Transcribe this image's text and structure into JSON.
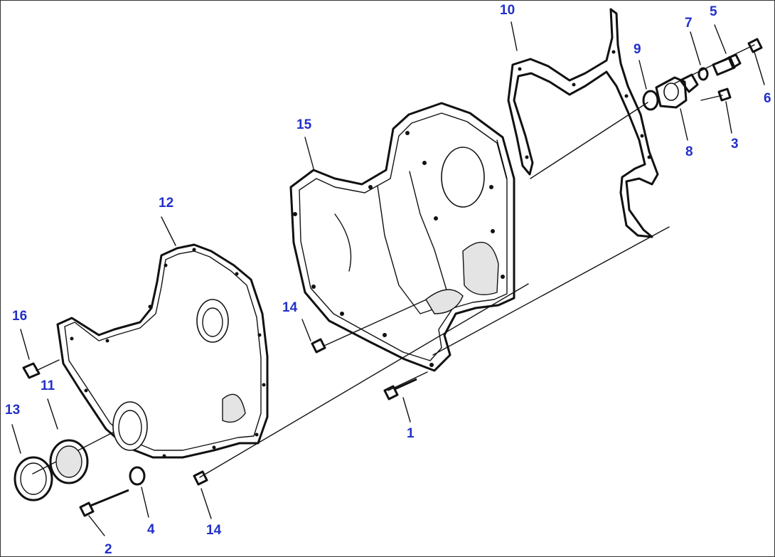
{
  "diagram": {
    "callouts": [
      {
        "id": "c1",
        "text": "1"
      },
      {
        "id": "c2",
        "text": "2"
      },
      {
        "id": "c3",
        "text": "3"
      },
      {
        "id": "c4",
        "text": "4"
      },
      {
        "id": "c5",
        "text": "5"
      },
      {
        "id": "c6",
        "text": "6"
      },
      {
        "id": "c7",
        "text": "7"
      },
      {
        "id": "c8",
        "text": "8"
      },
      {
        "id": "c9",
        "text": "9"
      },
      {
        "id": "c10",
        "text": "10"
      },
      {
        "id": "c11",
        "text": "11"
      },
      {
        "id": "c12",
        "text": "12"
      },
      {
        "id": "c13",
        "text": "13"
      },
      {
        "id": "c14a",
        "text": "14"
      },
      {
        "id": "c14b",
        "text": "14"
      },
      {
        "id": "c15",
        "text": "15"
      },
      {
        "id": "c16",
        "text": "16"
      }
    ],
    "label_color": "#2230c8",
    "line_color": "#111111"
  }
}
